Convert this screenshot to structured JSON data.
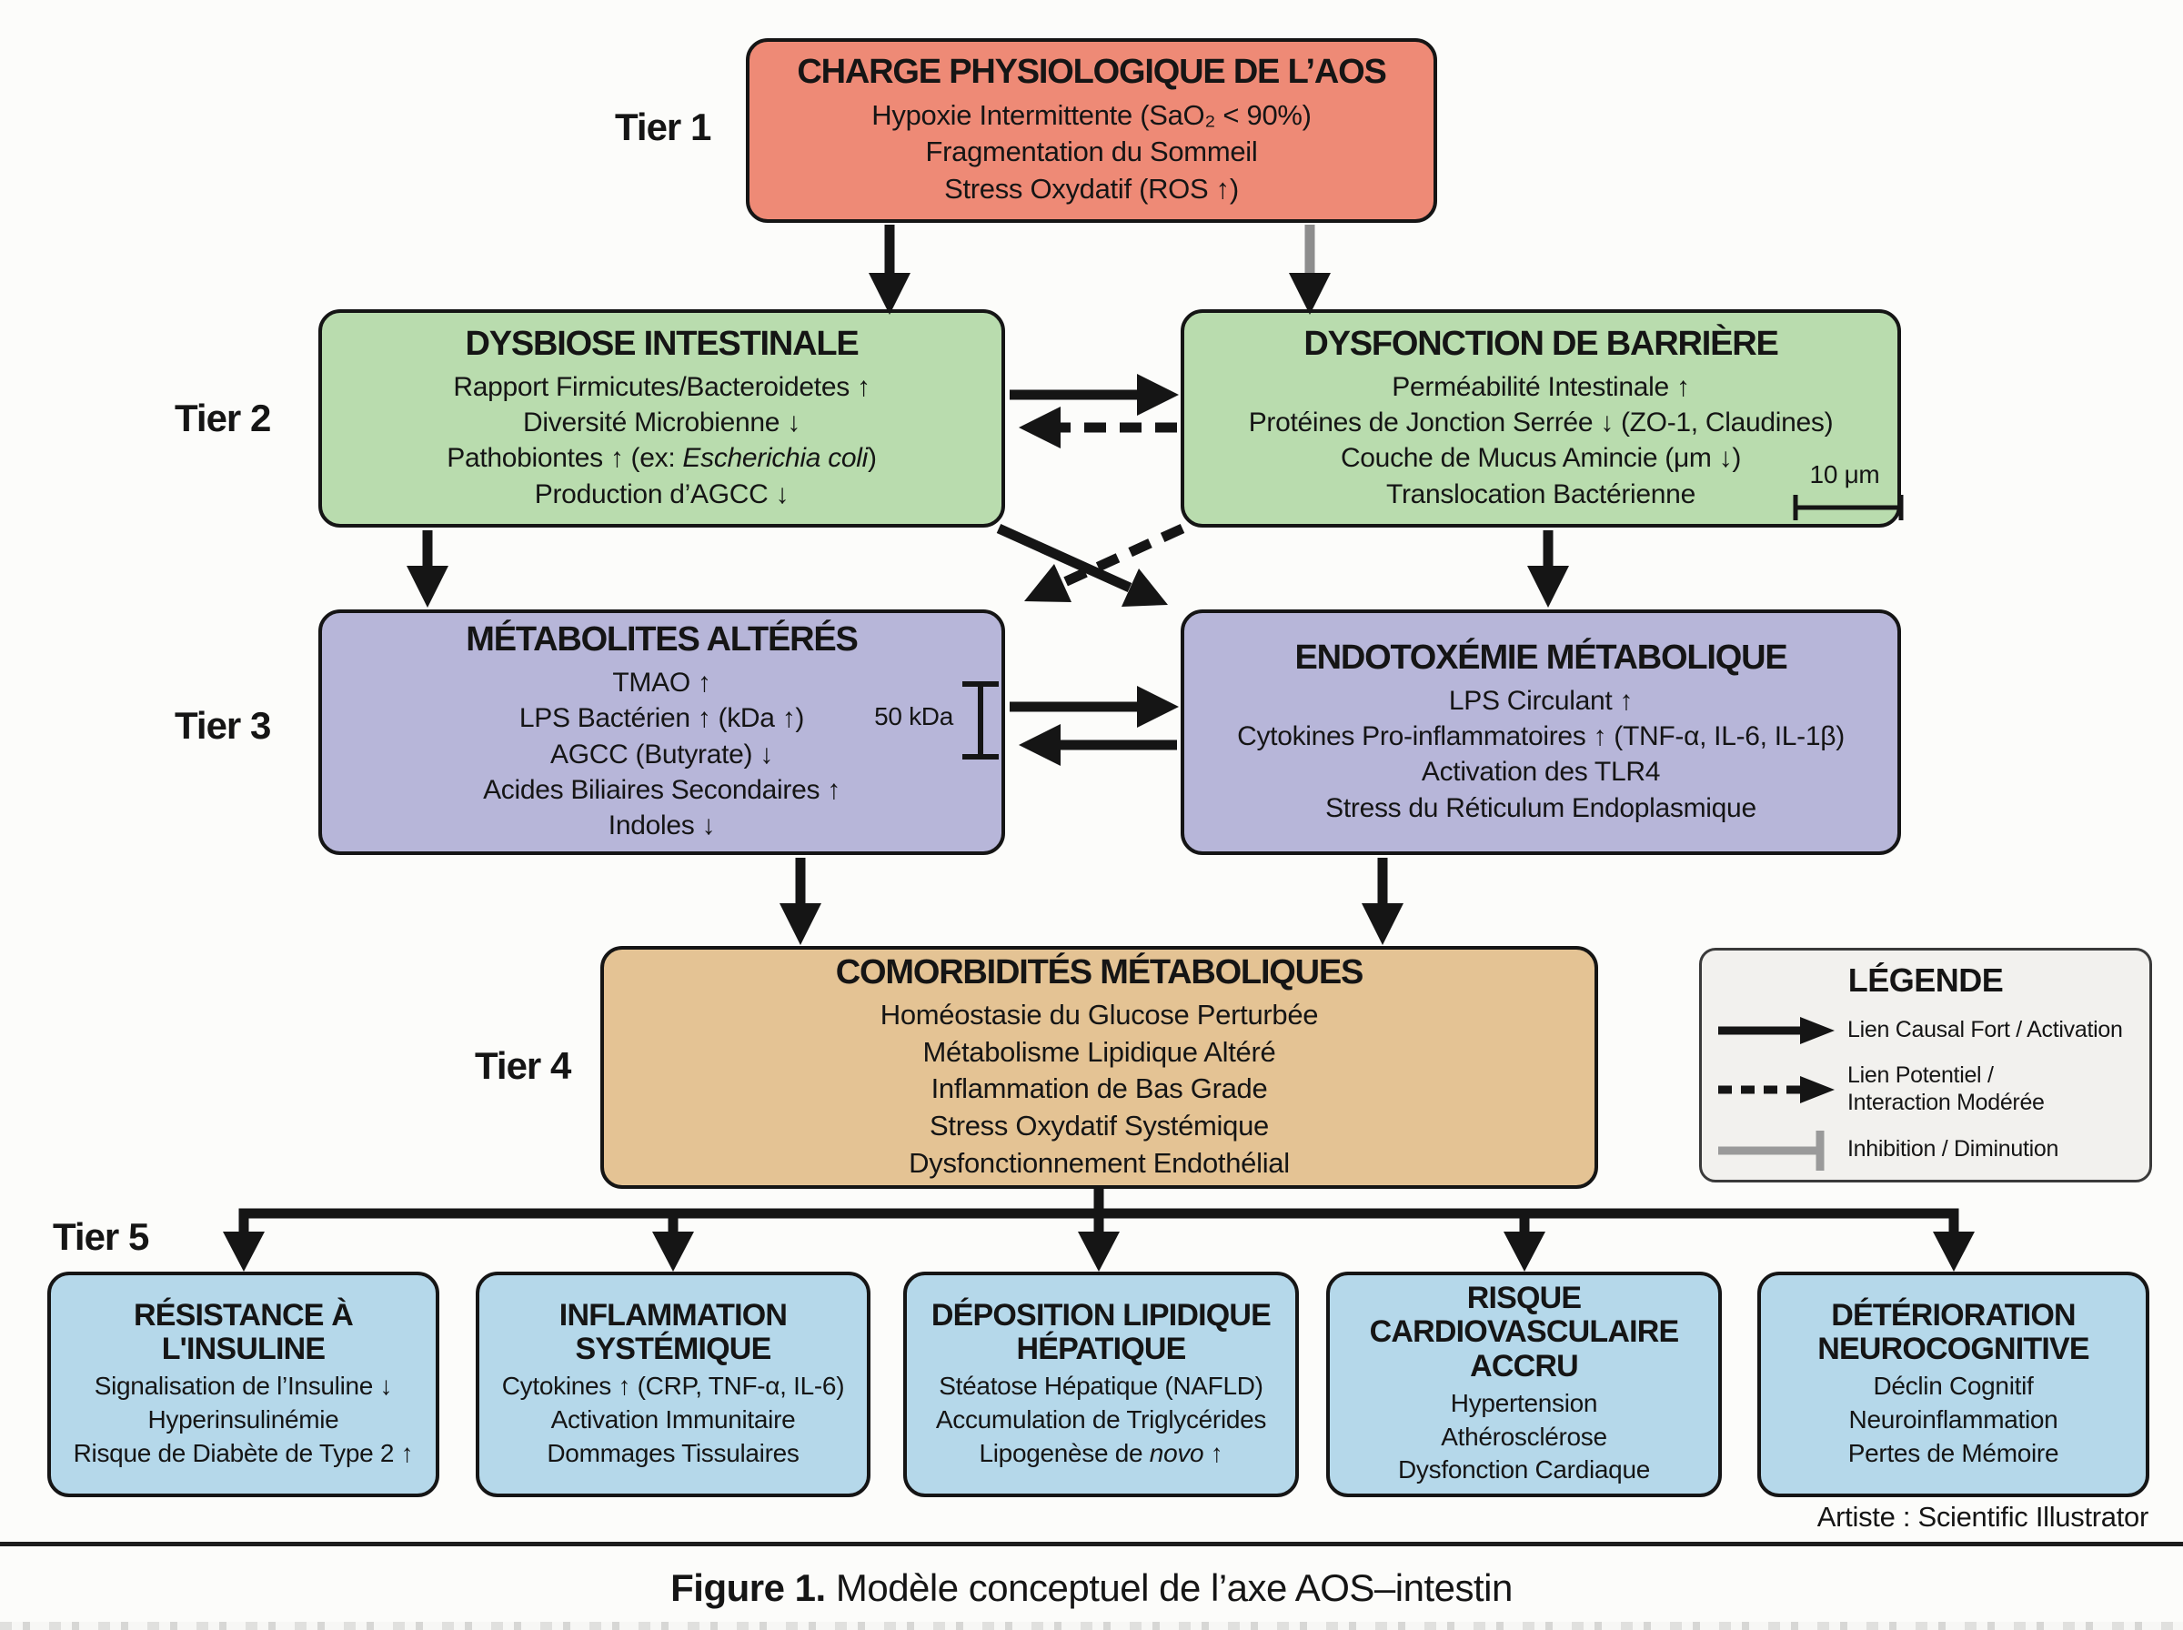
{
  "colors": {
    "tier1": "#ee8a76",
    "tier2": "#b9dcae",
    "tier3": "#b7b6d9",
    "tier4": "#e4c394",
    "tier5": "#b5d8ea",
    "legendFill": "#f2f1ee",
    "inhibitionGray": "#9a9a9a",
    "ink": "#151515"
  },
  "tier_labels": [
    "Tier 1",
    "Tier 2",
    "Tier 3",
    "Tier 4",
    "Tier 5"
  ],
  "boxes": {
    "tier1": {
      "title": [
        "CHARGE PHYSIOLOGIQUE DE L’AOS"
      ],
      "lines": [
        [
          {
            "t": "Hypoxie Intermittente (SaO₂ < 90%)"
          }
        ],
        [
          {
            "t": "Fragmentation du Sommeil"
          }
        ],
        [
          {
            "t": "Stress Oxydatif (ROS ↑)"
          }
        ]
      ]
    },
    "dysbiose": {
      "title": [
        "DYSBIOSE INTESTINALE"
      ],
      "lines": [
        [
          {
            "t": "Rapport Firmicutes/Bacteroidetes ↑"
          }
        ],
        [
          {
            "t": "Diversité Microbienne ↓"
          }
        ],
        [
          {
            "t": "Pathobiontes ↑ (ex: "
          },
          {
            "t": "Escherichia coli",
            "i": true
          },
          {
            "t": ")"
          }
        ],
        [
          {
            "t": "Production d’AGCC ↓"
          }
        ]
      ]
    },
    "barriere": {
      "title": [
        "DYSFONCTION DE BARRIÈRE"
      ],
      "lines": [
        [
          {
            "t": "Perméabilité Intestinale ↑"
          }
        ],
        [
          {
            "t": "Protéines de Jonction Serrée ↓ (ZO-1, Claudines)"
          }
        ],
        [
          {
            "t": "Couche de Mucus Amincie (μm ↓)"
          }
        ],
        [
          {
            "t": "Translocation Bactérienne"
          }
        ]
      ]
    },
    "metabolites": {
      "title": [
        "MÉTABOLITES ALTÉRÉS"
      ],
      "lines": [
        [
          {
            "t": "TMAO ↑"
          }
        ],
        [
          {
            "t": "LPS Bactérien ↑ (kDa ↑)"
          }
        ],
        [
          {
            "t": "AGCC (Butyrate) ↓"
          }
        ],
        [
          {
            "t": "Acides Biliaires Secondaires ↑"
          }
        ],
        [
          {
            "t": "Indoles ↓"
          }
        ]
      ]
    },
    "endotoxemie": {
      "title": [
        "ENDOTOXÉMIE MÉTABOLIQUE"
      ],
      "lines": [
        [
          {
            "t": "LPS Circulant ↑"
          }
        ],
        [
          {
            "t": "Cytokines Pro-inflammatoires ↑ (TNF-α, IL-6, IL-1β)"
          }
        ],
        [
          {
            "t": "Activation des TLR4"
          }
        ],
        [
          {
            "t": "Stress du Réticulum Endoplasmique"
          }
        ]
      ]
    },
    "comorbidites": {
      "title": [
        "COMORBIDITÉS MÉTABOLIQUES"
      ],
      "lines": [
        [
          {
            "t": "Homéostasie du Glucose Perturbée"
          }
        ],
        [
          {
            "t": "Métabolisme Lipidique Altéré"
          }
        ],
        [
          {
            "t": "Inflammation de Bas Grade"
          }
        ],
        [
          {
            "t": "Stress Oxydatif Systémique"
          }
        ],
        [
          {
            "t": "Dysfonctionnement Endothélial"
          }
        ]
      ]
    },
    "insuline": {
      "title": [
        "RÉSISTANCE À",
        "L'INSULINE"
      ],
      "lines": [
        [
          {
            "t": "Signalisation de l’Insuline ↓"
          }
        ],
        [
          {
            "t": "Hyperinsulinémie"
          }
        ],
        [
          {
            "t": "Risque de Diabète de Type 2 ↑"
          }
        ]
      ]
    },
    "inflammation": {
      "title": [
        "INFLAMMATION",
        "SYSTÉMIQUE"
      ],
      "lines": [
        [
          {
            "t": "Cytokines ↑ (CRP, TNF-α, IL-6)"
          }
        ],
        [
          {
            "t": "Activation Immunitaire"
          }
        ],
        [
          {
            "t": "Dommages Tissulaires"
          }
        ]
      ]
    },
    "hepatique": {
      "title": [
        "DÉPOSITION LIPIDIQUE",
        "HÉPATIQUE"
      ],
      "lines": [
        [
          {
            "t": "Stéatose Hépatique (NAFLD)"
          }
        ],
        [
          {
            "t": "Accumulation de Triglycérides"
          }
        ],
        [
          {
            "t": "Lipogenèse de "
          },
          {
            "t": "novo",
            "i": true
          },
          {
            "t": " ↑"
          }
        ]
      ]
    },
    "cardio": {
      "title": [
        "RISQUE",
        "CARDIOVASCULAIRE",
        "ACCRU"
      ],
      "lines": [
        [
          {
            "t": "Hypertension"
          }
        ],
        [
          {
            "t": "Athérosclérose"
          }
        ],
        [
          {
            "t": "Dysfonction Cardiaque"
          }
        ]
      ]
    },
    "neuro": {
      "title": [
        "DÉTÉRIORATION",
        "NEUROCOGNITIVE"
      ],
      "lines": [
        [
          {
            "t": "Déclin Cognitif"
          }
        ],
        [
          {
            "t": "Neuroinflammation"
          }
        ],
        [
          {
            "t": "Pertes de Mémoire"
          }
        ]
      ]
    }
  },
  "annotations": {
    "kda_label": "50 kDa",
    "scale_label": "10 μm"
  },
  "legend": {
    "title": "LÉGENDE",
    "items": [
      {
        "type": "solid-arrow",
        "lines": [
          "Lien Causal Fort / Activation"
        ]
      },
      {
        "type": "dashed-arrow",
        "lines": [
          "Lien Potentiel /",
          "Interaction Modérée"
        ]
      },
      {
        "type": "inhibition-bar",
        "lines": [
          "Inhibition / Diminution"
        ]
      }
    ]
  },
  "caption": {
    "bold": "Figure 1.",
    "rest": " Modèle conceptuel de l’axe AOS–intestin"
  },
  "credit": "Artiste : Scientific Illustrator"
}
